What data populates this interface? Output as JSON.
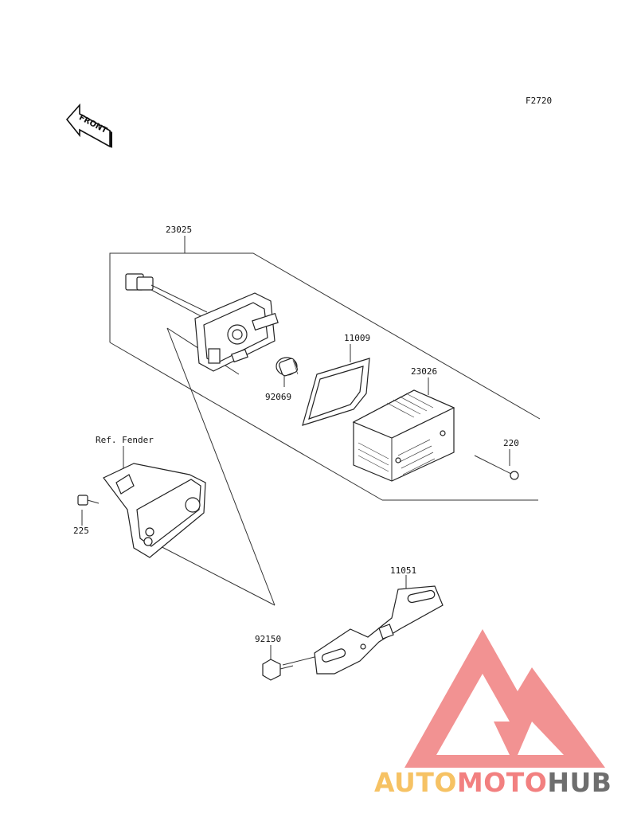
{
  "figure_code": "F2720",
  "front_arrow_label": "FRONT",
  "callouts": {
    "housing_assy": "23025",
    "gasket": "11009",
    "bulb": "92069",
    "lens": "23026",
    "screw_lens": "220",
    "ref_fender": "Ref. Fender",
    "bolt_fender": "225",
    "bracket": "11051",
    "bolt_bracket": "92150"
  },
  "watermark": {
    "part1": "AUTO",
    "part2": "MOTO",
    "part3": "HUB",
    "colors": {
      "auto": "#f5b84a",
      "moto": "#f06b6b",
      "hub": "#555555",
      "triangle": "#f08080"
    }
  }
}
